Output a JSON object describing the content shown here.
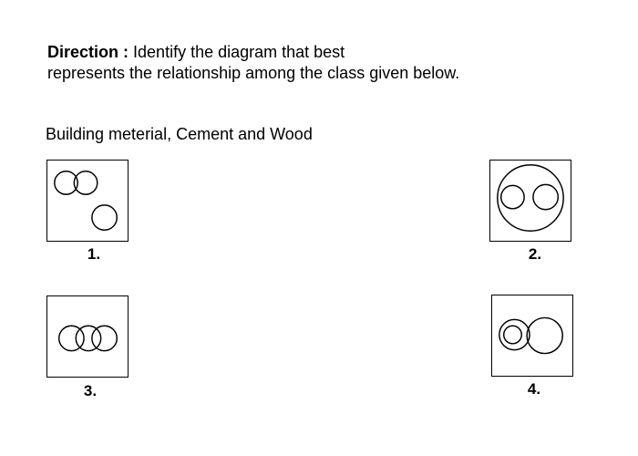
{
  "direction": {
    "label": "Direction :",
    "line1": "Identify the diagram that best",
    "line2": "represents the relationship among the class given below."
  },
  "question": "Building meterial, Cement and Wood",
  "options": [
    {
      "number": "1.",
      "diagram": "two-overlapping-circles-and-one-separate-circle"
    },
    {
      "number": "2.",
      "diagram": "two-separate-circles-inside-a-large-circle"
    },
    {
      "number": "3.",
      "diagram": "three-circles-overlapping-in-a-chain"
    },
    {
      "number": "4.",
      "diagram": "small-circle-inside-one-of-two-overlapping-circles"
    }
  ]
}
